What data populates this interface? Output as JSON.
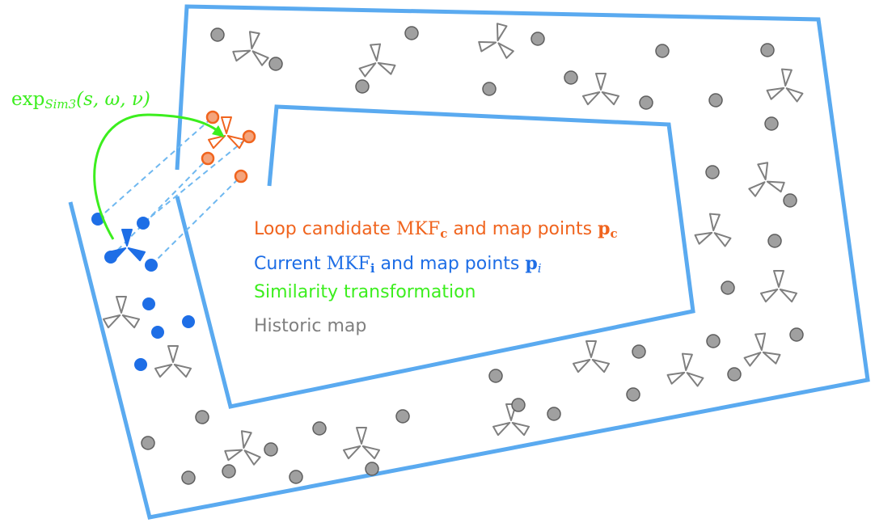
{
  "colors": {
    "corridor": "#5aaaf0",
    "loop": "#f0641e",
    "current": "#1e6ee6",
    "similarity": "#3cee1e",
    "historic": "#7f7f7f",
    "historic_fill": "#a0a0a0"
  },
  "transform_label": {
    "fn": "exp",
    "sub": "Sim3",
    "args": "(s, ω, ν)"
  },
  "legend": {
    "loop": {
      "prefix": "Loop candidate ",
      "mkf": "MKF",
      "mkf_sub": "c",
      "middle": " and map points ",
      "p": "p",
      "p_sub": "c"
    },
    "current": {
      "prefix": "Current ",
      "mkf": "MKF",
      "mkf_sub": "i",
      "middle": " and map points ",
      "p": "p",
      "p_sub": "i"
    },
    "similarity": "Similarity transformation",
    "historic": "Historic map"
  }
}
